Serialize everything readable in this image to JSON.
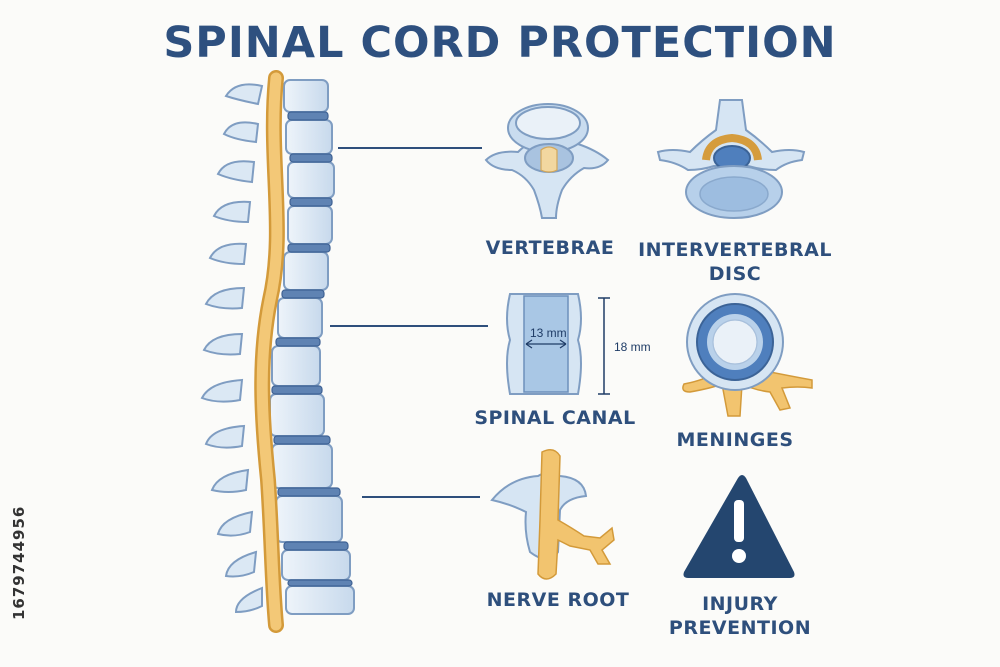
{
  "title": "SPINAL CORD PROTECTION",
  "labels": {
    "vertebrae": "VERTEBRAE",
    "disc_line1": "INTERVERTEBRAL",
    "disc_line2": "DISC",
    "spinal_canal": "SPINAL CANAL",
    "meninges": "MENINGES",
    "nerve_root": "NERVE ROOT",
    "injury_line1": "INJURY",
    "injury_line2": "PREVENTION"
  },
  "measurements": {
    "canal_width": "13 mm",
    "canal_height": "18 mm"
  },
  "watermark_id": "1679744956",
  "colors": {
    "title": "#2e507f",
    "bone_light": "#dbe8f4",
    "bone_stroke": "#7f9dc2",
    "disc": "#5f83b3",
    "cord": "#f2c46f",
    "cord_stroke": "#d39a3a",
    "warning": "#24466f"
  },
  "icons": [
    "exclamation-icon"
  ]
}
